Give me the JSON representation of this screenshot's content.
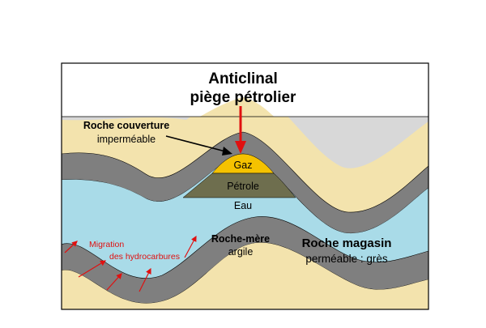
{
  "title": {
    "line1": "Anticlinal",
    "line2": "piège pétrolier"
  },
  "labels": {
    "cap_rock_title": "Roche couverture",
    "cap_rock_sub": "imperméable",
    "gas": "Gaz",
    "oil": "Pétrole",
    "water": "Eau",
    "source_rock_title": "Roche-mère",
    "source_rock_sub": "argile",
    "reservoir_title": "Roche magasin",
    "reservoir_sub": "perméable : grès",
    "migration_line1": "Migration",
    "migration_line2": "des hydrocarbures"
  },
  "colors": {
    "sand": "#f3e3ad",
    "gray_layer": "#7f7f7f",
    "light_gray": "#d8d8d8",
    "water_blue": "#a9dbe8",
    "gas_yellow": "#f5c200",
    "oil_olive": "#6e6e4e",
    "red_arrow": "#e01010",
    "outline": "#000000"
  }
}
